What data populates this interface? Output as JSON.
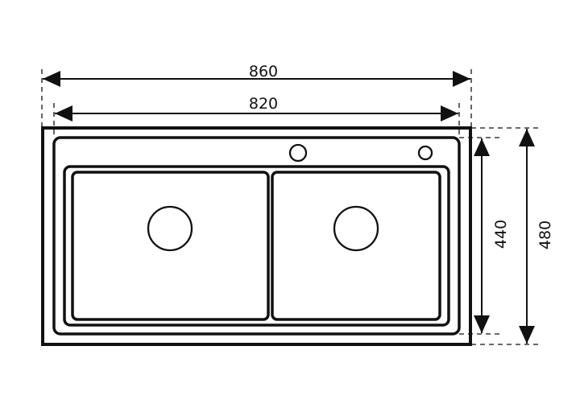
{
  "dimensions": {
    "overall_width": "860",
    "inner_width": "820",
    "inner_depth": "440",
    "overall_depth": "480"
  },
  "colors": {
    "line": "#111111",
    "background": "#ffffff"
  },
  "features": {
    "bowls": 2,
    "drain_holes": 2,
    "tap_holes": 2
  }
}
